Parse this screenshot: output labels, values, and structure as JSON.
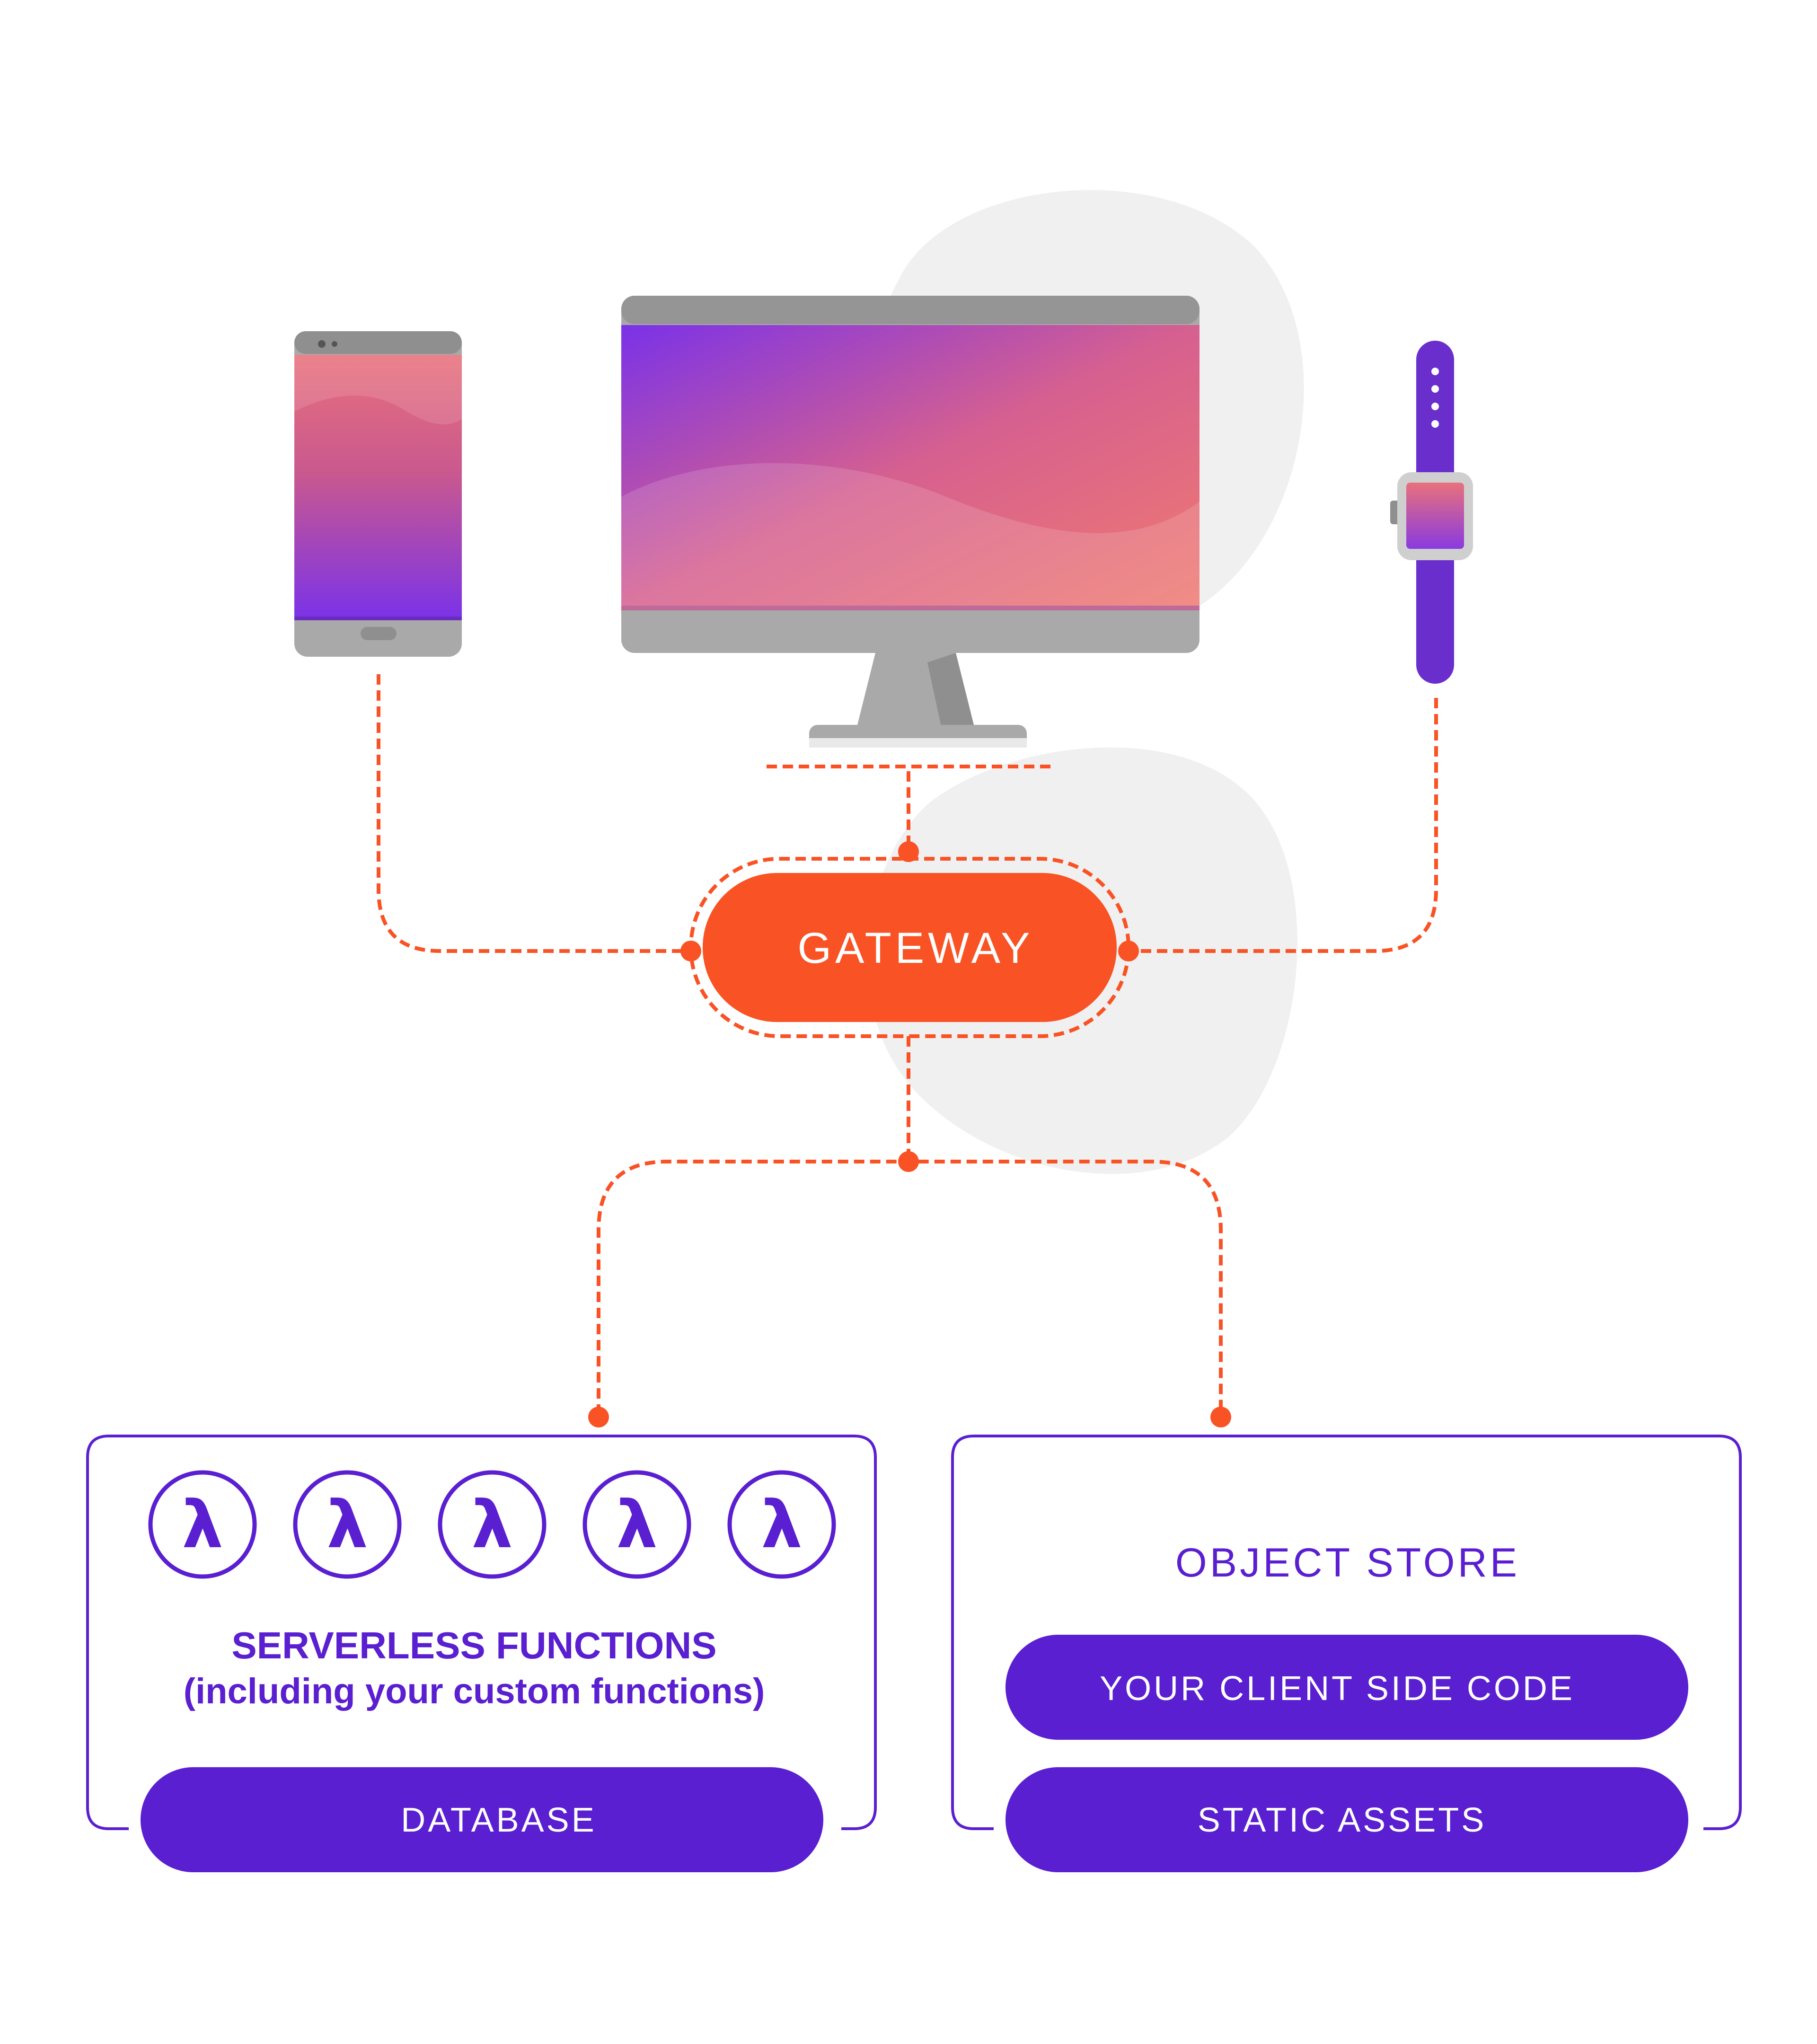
{
  "colors": {
    "accent_orange": "#f95224",
    "accent_purple": "#5a1fd1",
    "device_gray": "#a9a9a9",
    "blob_gray": "#f0f0f0"
  },
  "devices": {
    "phone": {
      "icon": "smartphone-icon"
    },
    "monitor": {
      "icon": "desktop-monitor-icon"
    },
    "watch": {
      "icon": "smartwatch-icon"
    }
  },
  "gateway": {
    "label": "GATEWAY"
  },
  "functions_panel": {
    "lambda_symbol": "λ",
    "lambda_count": 5,
    "title": "SERVERLESS FUNCTIONS",
    "subtitle": "(including your custom functions)",
    "database_label": "DATABASE"
  },
  "object_store_panel": {
    "title": "OBJECT STORE",
    "client_code_label": "YOUR CLIENT SIDE CODE",
    "static_assets_label": "STATIC ASSETS"
  }
}
